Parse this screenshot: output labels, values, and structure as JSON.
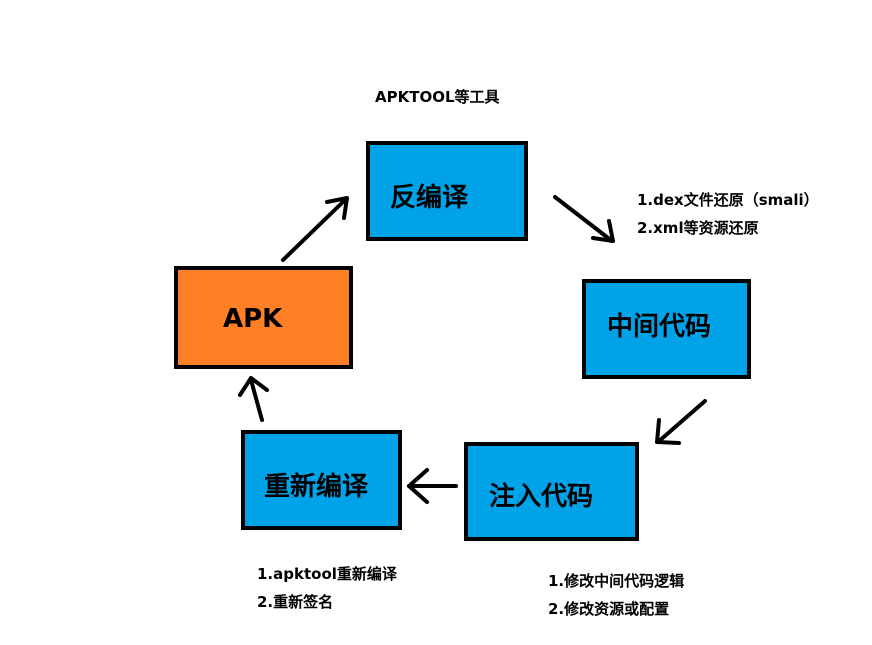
{
  "header": {
    "tool_label": "APKTOOL等工具"
  },
  "nodes": {
    "decompile": {
      "label": "反编译",
      "color": "#00A2E8"
    },
    "intermediate": {
      "label": "中间代码",
      "color": "#00A2E8"
    },
    "inject": {
      "label": "注入代码",
      "color": "#00A2E8"
    },
    "recompile": {
      "label": "重新编译",
      "color": "#00A2E8"
    },
    "apk": {
      "label": "APK",
      "color": "#FF7F27"
    }
  },
  "notes": {
    "decompile": [
      "1.dex文件还原（smali）",
      "2.xml等资源还原"
    ],
    "recompile": [
      "1.apktool重新编译",
      "2.重新签名"
    ],
    "inject": [
      "1.修改中间代码逻辑",
      "2.修改资源或配置"
    ]
  }
}
